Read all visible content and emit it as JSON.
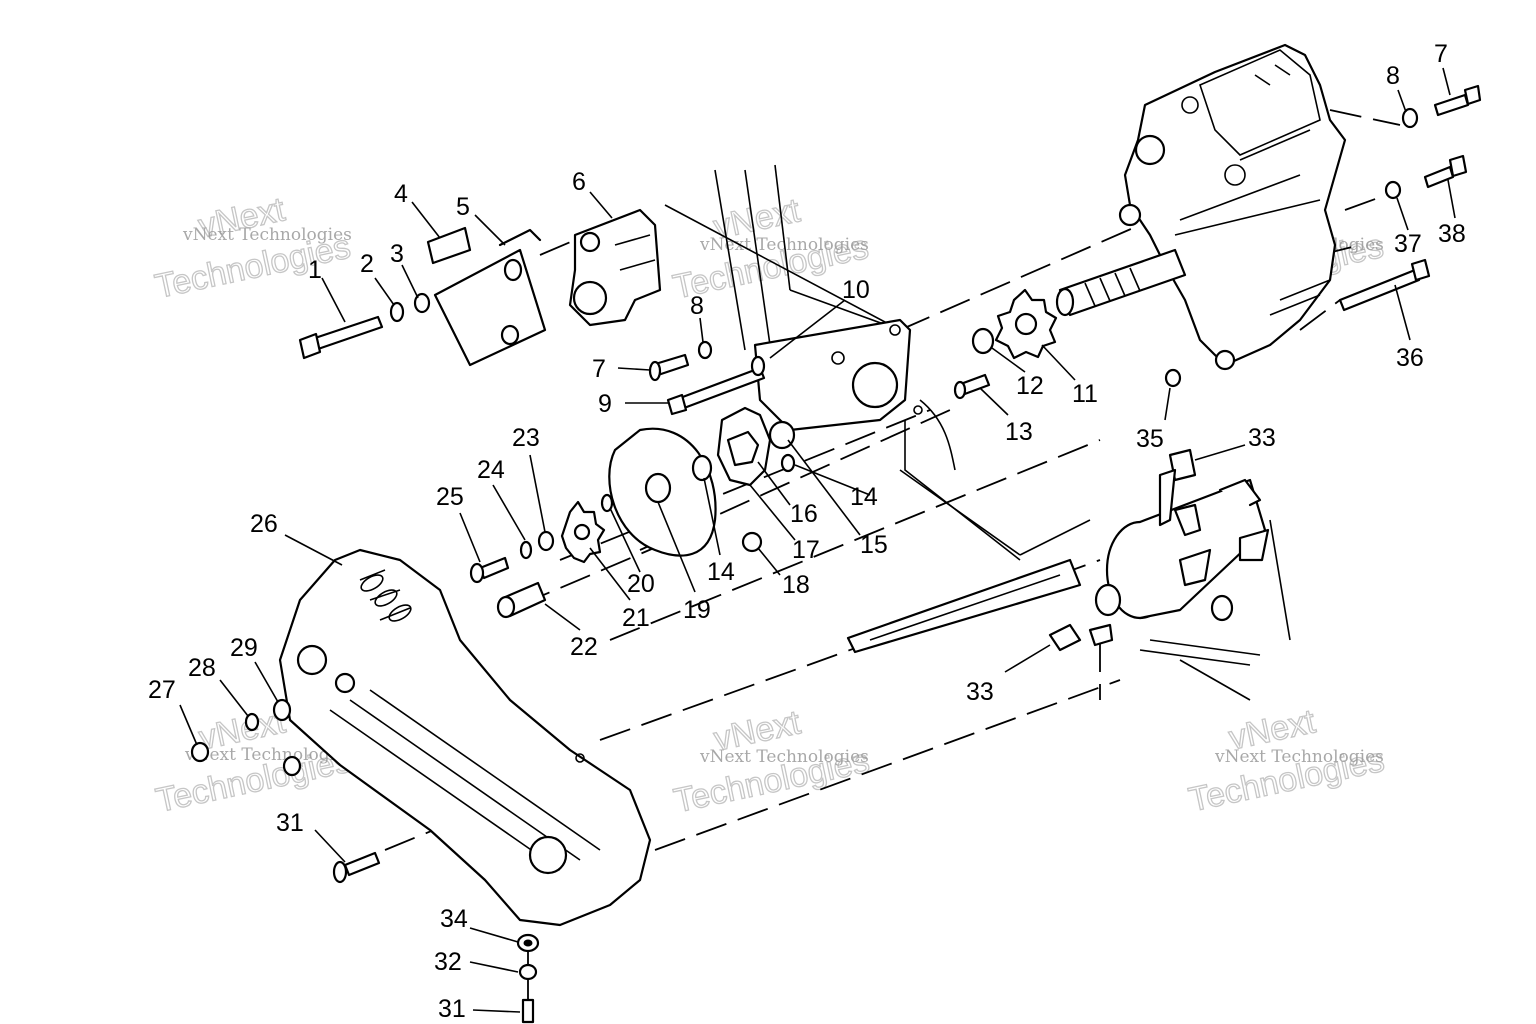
{
  "watermark": {
    "line1": "vNext",
    "line2": "Technologies",
    "small": "vNext Technologies"
  },
  "callouts": [
    {
      "id": "c1",
      "text": "1"
    },
    {
      "id": "c2",
      "text": "2"
    },
    {
      "id": "c3",
      "text": "3"
    },
    {
      "id": "c4",
      "text": "4"
    },
    {
      "id": "c5",
      "text": "5"
    },
    {
      "id": "c6",
      "text": "6"
    },
    {
      "id": "c7a",
      "text": "7"
    },
    {
      "id": "c7b",
      "text": "7"
    },
    {
      "id": "c8a",
      "text": "8"
    },
    {
      "id": "c8b",
      "text": "8"
    },
    {
      "id": "c9",
      "text": "9"
    },
    {
      "id": "c10",
      "text": "10"
    },
    {
      "id": "c11",
      "text": "11"
    },
    {
      "id": "c12",
      "text": "12"
    },
    {
      "id": "c13",
      "text": "13"
    },
    {
      "id": "c14a",
      "text": "14"
    },
    {
      "id": "c14b",
      "text": "14"
    },
    {
      "id": "c15",
      "text": "15"
    },
    {
      "id": "c16",
      "text": "16"
    },
    {
      "id": "c17",
      "text": "17"
    },
    {
      "id": "c18",
      "text": "18"
    },
    {
      "id": "c19",
      "text": "19"
    },
    {
      "id": "c20",
      "text": "20"
    },
    {
      "id": "c21",
      "text": "21"
    },
    {
      "id": "c22",
      "text": "22"
    },
    {
      "id": "c23",
      "text": "23"
    },
    {
      "id": "c24",
      "text": "24"
    },
    {
      "id": "c25",
      "text": "25"
    },
    {
      "id": "c26",
      "text": "26"
    },
    {
      "id": "c27",
      "text": "27"
    },
    {
      "id": "c28",
      "text": "28"
    },
    {
      "id": "c29",
      "text": "29"
    },
    {
      "id": "c31a",
      "text": "31"
    },
    {
      "id": "c31b",
      "text": "31"
    },
    {
      "id": "c32",
      "text": "32"
    },
    {
      "id": "c33a",
      "text": "33"
    },
    {
      "id": "c33b",
      "text": "33"
    },
    {
      "id": "c34",
      "text": "34"
    },
    {
      "id": "c35",
      "text": "35"
    },
    {
      "id": "c36",
      "text": "36"
    },
    {
      "id": "c37",
      "text": "37"
    },
    {
      "id": "c38",
      "text": "38"
    }
  ]
}
